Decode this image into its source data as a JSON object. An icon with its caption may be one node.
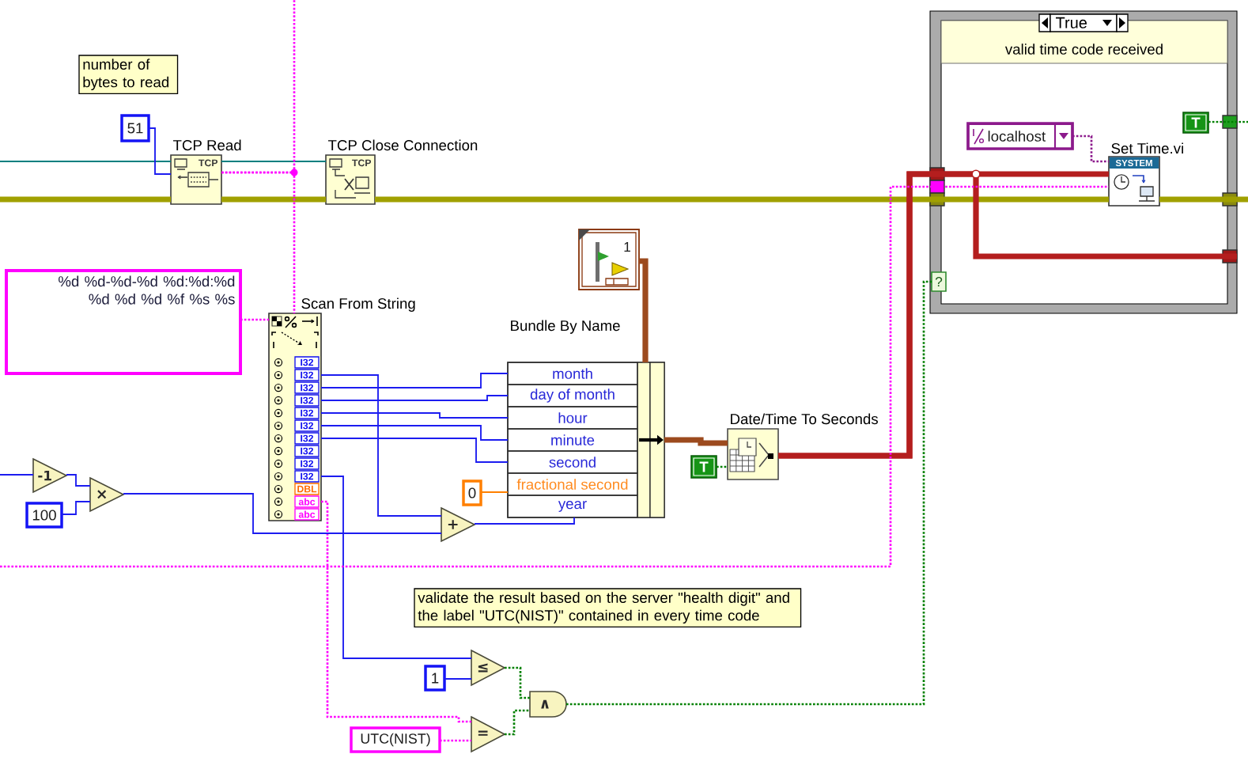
{
  "diagram": {
    "nodes": [
      {
        "text": [
          "number of bytes to read"
        ]
      },
      {
        "text": [
          "51"
        ]
      },
      {
        "text": [
          "TCP Read",
          "TCP"
        ]
      },
      {
        "text": [
          "TCP Close Connection",
          "TCP"
        ]
      },
      {
        "text": [
          "True",
          "valid time code received"
        ]
      },
      {
        "text": [
          "localhost"
        ],
        "in": 4
      },
      {
        "text": [
          "Set Time.vi",
          "SYSTEM"
        ],
        "in": 4
      },
      {
        "text": [
          "T"
        ],
        "in": 4
      },
      {
        "text": [
          "1"
        ]
      },
      {
        "text": [
          "%d %d-%d-%d %d:%d:%d %d %d %d %f %s %s"
        ]
      },
      {
        "text": [
          "Scan From String",
          "I32",
          "I32",
          "I32",
          "I32",
          "I32",
          "I32",
          "I32",
          "I32",
          "I32",
          "I32",
          "DBL",
          "abc",
          "abc"
        ]
      },
      {
        "text": [
          "Bundle By Name",
          "month",
          "day of month",
          "hour",
          "minute",
          "second",
          "fractional second",
          "year"
        ]
      },
      {
        "text": [
          "0"
        ]
      },
      {
        "text": [
          "Date/Time To Seconds"
        ]
      },
      {
        "text": [
          "T"
        ]
      },
      {
        "text": [
          "-1"
        ]
      },
      {
        "text": [
          "100"
        ]
      },
      {
        "text": [
          "×"
        ]
      },
      {
        "text": [
          "+"
        ]
      },
      {
        "text": [
          "validate the result based on the server \"health digit\" and the label \"UTC(NIST)\" contained in every time code"
        ]
      },
      {
        "text": [
          "1"
        ]
      },
      {
        "text": [
          "≤"
        ]
      },
      {
        "text": [
          "∧"
        ]
      },
      {
        "text": [
          "UTC(NIST)"
        ]
      },
      {
        "text": [
          "="
        ]
      },
      {
        "text": [
          "?"
        ],
        "in": 4
      }
    ],
    "edges": [
      {
        "from": null,
        "to": 2,
        "arrow": "none",
        "color": "#008080"
      },
      {
        "from": 2,
        "to": 3,
        "arrow": "none",
        "color": "#008080"
      },
      {
        "from": null,
        "to": 2,
        "arrow": "none",
        "style": "thick",
        "color": "#a0a000"
      },
      {
        "from": 2,
        "to": 3,
        "arrow": "none",
        "style": "thick",
        "color": "#a0a000"
      },
      {
        "from": 3,
        "to": 6,
        "arrow": "none",
        "style": "thick",
        "color": "#a0a000"
      },
      {
        "from": 6,
        "to": null,
        "arrow": "none",
        "style": "thick",
        "color": "#a0a000"
      },
      {
        "from": 1,
        "to": 2,
        "arrow": "none"
      },
      {
        "from": 2,
        "to": 10,
        "arrow": "none",
        "style": "dashed",
        "color": "#ff00ff"
      },
      {
        "from": 2,
        "to": null,
        "arrow": "none",
        "style": "dashed",
        "color": "#ff00ff"
      },
      {
        "from": 9,
        "to": 10,
        "arrow": "none",
        "style": "dashed",
        "color": "#ff00ff"
      },
      {
        "from": 10,
        "to": 18,
        "arrow": "none"
      },
      {
        "from": 10,
        "to": 11,
        "arrow": "none"
      },
      {
        "from": 10,
        "to": 11,
        "arrow": "none"
      },
      {
        "from": 10,
        "to": 11,
        "arrow": "none"
      },
      {
        "from": 10,
        "to": 11,
        "arrow": "none"
      },
      {
        "from": 10,
        "to": 11,
        "arrow": "none"
      },
      {
        "from": 10,
        "to": 21,
        "arrow": "none"
      },
      {
        "from": 10,
        "to": 24,
        "arrow": "none",
        "style": "dashed",
        "color": "#ff00ff"
      },
      {
        "from": 12,
        "to": 11,
        "arrow": "none",
        "color": "#ff8000"
      },
      {
        "from": 18,
        "to": 11,
        "arrow": "none"
      },
      {
        "from": 8,
        "to": 11,
        "arrow": "none",
        "style": "thick",
        "color": "#9c4a1e"
      },
      {
        "from": 11,
        "to": 13,
        "arrow": "none",
        "style": "thick",
        "color": "#9c4a1e"
      },
      {
        "from": 14,
        "to": 13,
        "arrow": "none",
        "style": "dashed",
        "color": "#008000"
      },
      {
        "from": 13,
        "to": 6,
        "arrow": "none",
        "style": "thick",
        "color": "#b41e1e"
      },
      {
        "from": 13,
        "to": 4,
        "arrow": "none",
        "style": "thick",
        "color": "#b41e1e"
      },
      {
        "from": null,
        "to": 15,
        "arrow": "none"
      },
      {
        "from": 15,
        "to": 17,
        "arrow": "none"
      },
      {
        "from": 16,
        "to": 17,
        "arrow": "none"
      },
      {
        "from": 17,
        "to": 18,
        "arrow": "none"
      },
      {
        "from": 20,
        "to": 21,
        "arrow": "none"
      },
      {
        "from": 23,
        "to": 24,
        "arrow": "none",
        "style": "dashed",
        "color": "#ff00ff"
      },
      {
        "from": 21,
        "to": 22,
        "arrow": "none",
        "style": "dashed",
        "color": "#008000"
      },
      {
        "from": 24,
        "to": 22,
        "arrow": "none",
        "style": "dashed",
        "color": "#008000"
      },
      {
        "from": 22,
        "to": 25,
        "arrow": "none",
        "style": "dashed",
        "color": "#008000"
      },
      {
        "from": null,
        "to": 6,
        "arrow": "none",
        "style": "dashed",
        "color": "#ff00ff"
      },
      {
        "from": 5,
        "to": 6,
        "arrow": "none",
        "style": "dashed",
        "color": "#8c1a8c"
      },
      {
        "from": 7,
        "to": null,
        "arrow": "none",
        "style": "dashed",
        "color": "#008000"
      }
    ]
  }
}
